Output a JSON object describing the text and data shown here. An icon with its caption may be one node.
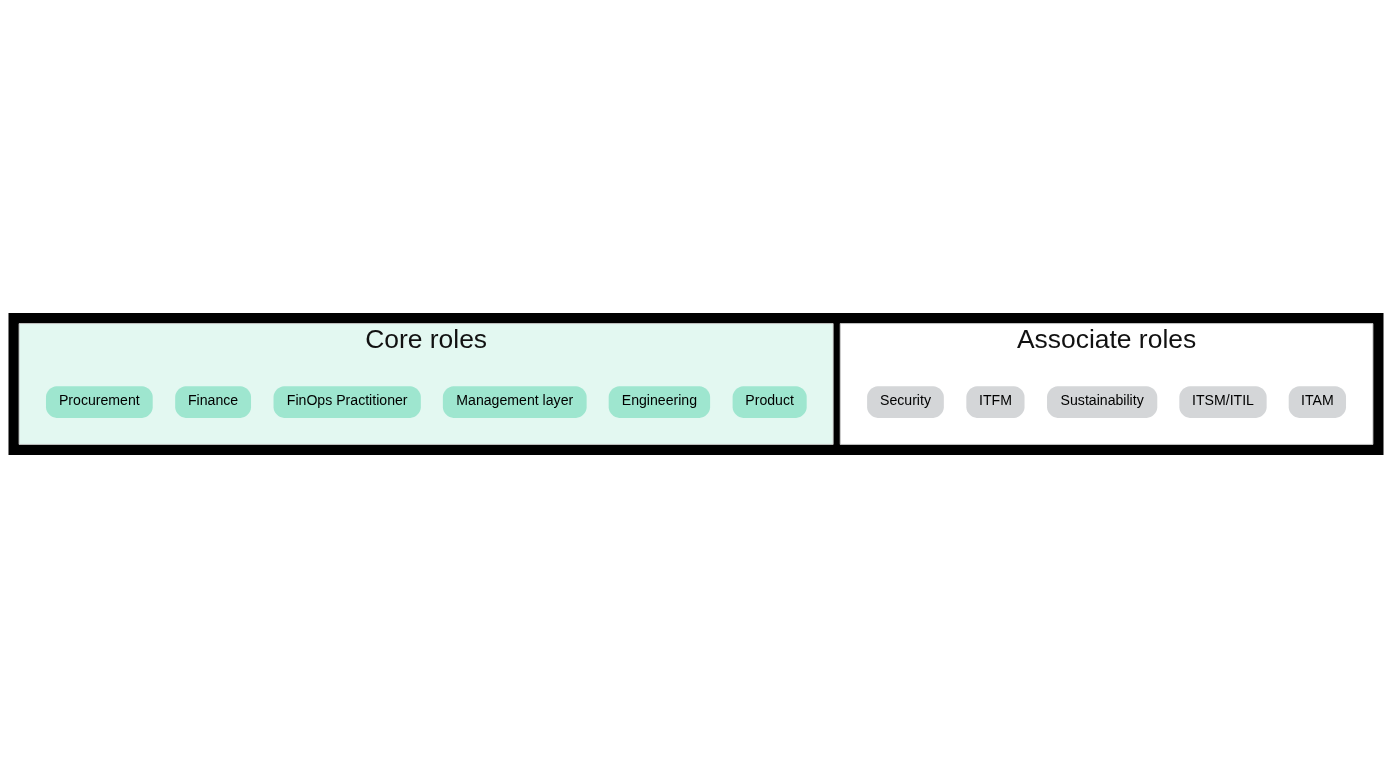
{
  "diagram": {
    "nodes": [
      {
        "text": [
          "Core roles"
        ]
      },
      {
        "text": [
          "Product"
        ],
        "in": 0
      },
      {
        "text": [
          "Engineering"
        ],
        "in": 0
      },
      {
        "text": [
          "Management layer"
        ],
        "in": 0
      },
      {
        "text": [
          "FinOps Practitioner"
        ],
        "in": 0
      },
      {
        "text": [
          "Finance"
        ],
        "in": 0
      },
      {
        "text": [
          "Procurement"
        ],
        "in": 0
      },
      {
        "text": [
          "Associate roles"
        ]
      },
      {
        "text": [
          "ITAM"
        ],
        "in": 7
      },
      {
        "text": [
          "ITSM/ITIL"
        ],
        "in": 7
      },
      {
        "text": [
          "Sustainability"
        ],
        "in": 7
      },
      {
        "text": [
          "ITFM"
        ],
        "in": 7
      },
      {
        "text": [
          "Security"
        ],
        "in": 7
      }
    ]
  }
}
